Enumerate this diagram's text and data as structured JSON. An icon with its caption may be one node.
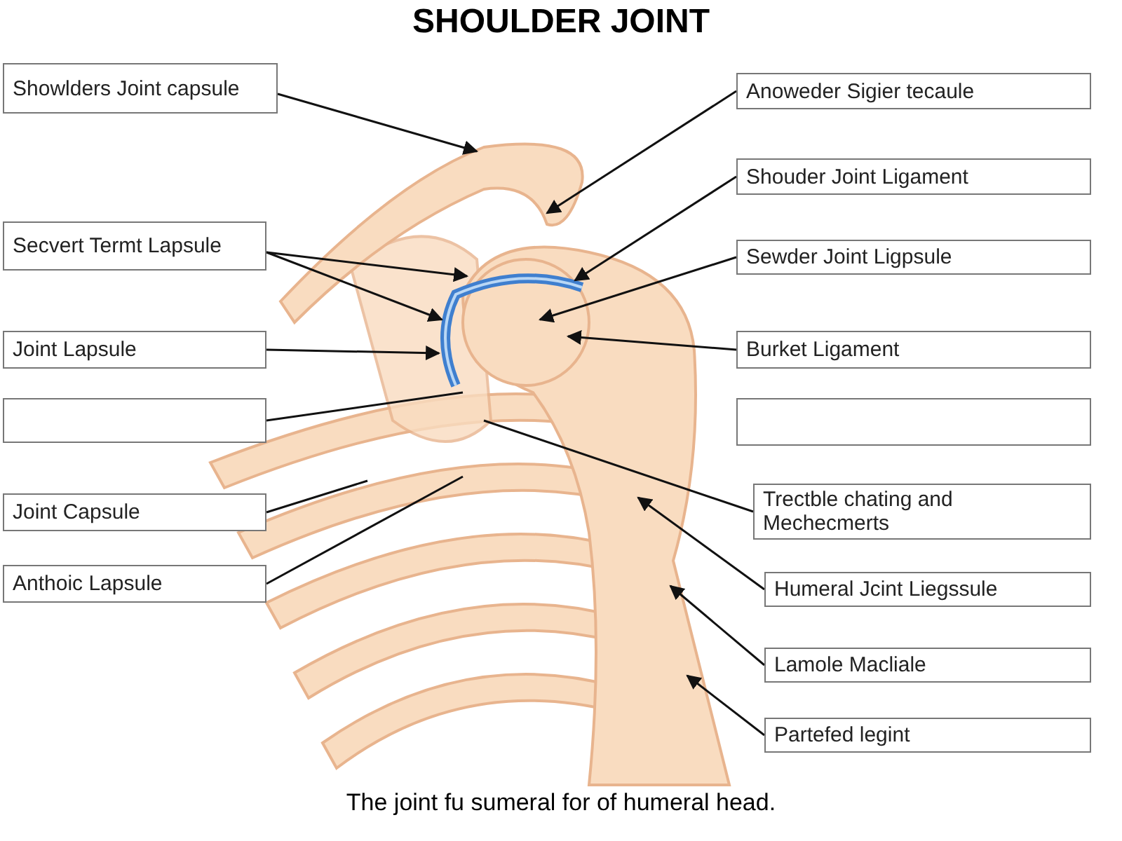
{
  "diagram": {
    "title": "SHOULDER JOINT",
    "caption": "The joint fu sumeral for of humeral head.",
    "nodes": [
      {
        "text": [
          "Showlders Joint capsule"
        ]
      },
      {
        "text": [
          "Secvert Termt Lapsule"
        ]
      },
      {
        "text": [
          "Joint Lapsule"
        ]
      },
      {
        "text": [],
        "shape": "box"
      },
      {
        "text": [
          "Joint Capsule"
        ]
      },
      {
        "text": [
          "Anthoic Lapsule"
        ]
      },
      {
        "text": [
          "Anoweder Sigier tecaule"
        ]
      },
      {
        "text": [
          "Shouder Joint Ligament"
        ]
      },
      {
        "text": [
          "Sewder Joint Ligpsule"
        ]
      },
      {
        "text": [
          "Burket Ligament"
        ]
      },
      {
        "text": [],
        "shape": "box"
      },
      {
        "text": [
          "Trectble chating and Mechecmerts"
        ]
      },
      {
        "text": [
          "Humeral Jcint Liegssule"
        ]
      },
      {
        "text": [
          "Lamole Macliale"
        ]
      },
      {
        "text": [
          "Partefed legint"
        ]
      }
    ],
    "edges": [
      {
        "from": 0,
        "to": null,
        "arrow": "to"
      },
      {
        "from": 1,
        "to": null,
        "arrow": "to"
      },
      {
        "from": 1,
        "to": null,
        "arrow": "to"
      },
      {
        "from": 2,
        "to": null,
        "arrow": "to"
      },
      {
        "from": 3,
        "to": null,
        "arrow": "none"
      },
      {
        "from": 4,
        "to": null,
        "arrow": "none"
      },
      {
        "from": 5,
        "to": null,
        "arrow": "none"
      },
      {
        "from": 6,
        "to": null,
        "arrow": "to"
      },
      {
        "from": 7,
        "to": null,
        "arrow": "to"
      },
      {
        "from": 8,
        "to": null,
        "arrow": "to"
      },
      {
        "from": 9,
        "to": null,
        "arrow": "to"
      },
      {
        "from": 11,
        "to": null,
        "arrow": "none"
      },
      {
        "from": 12,
        "to": null,
        "arrow": "to"
      },
      {
        "from": 13,
        "to": null,
        "arrow": "to"
      },
      {
        "from": 14,
        "to": null,
        "arrow": "to"
      }
    ]
  }
}
